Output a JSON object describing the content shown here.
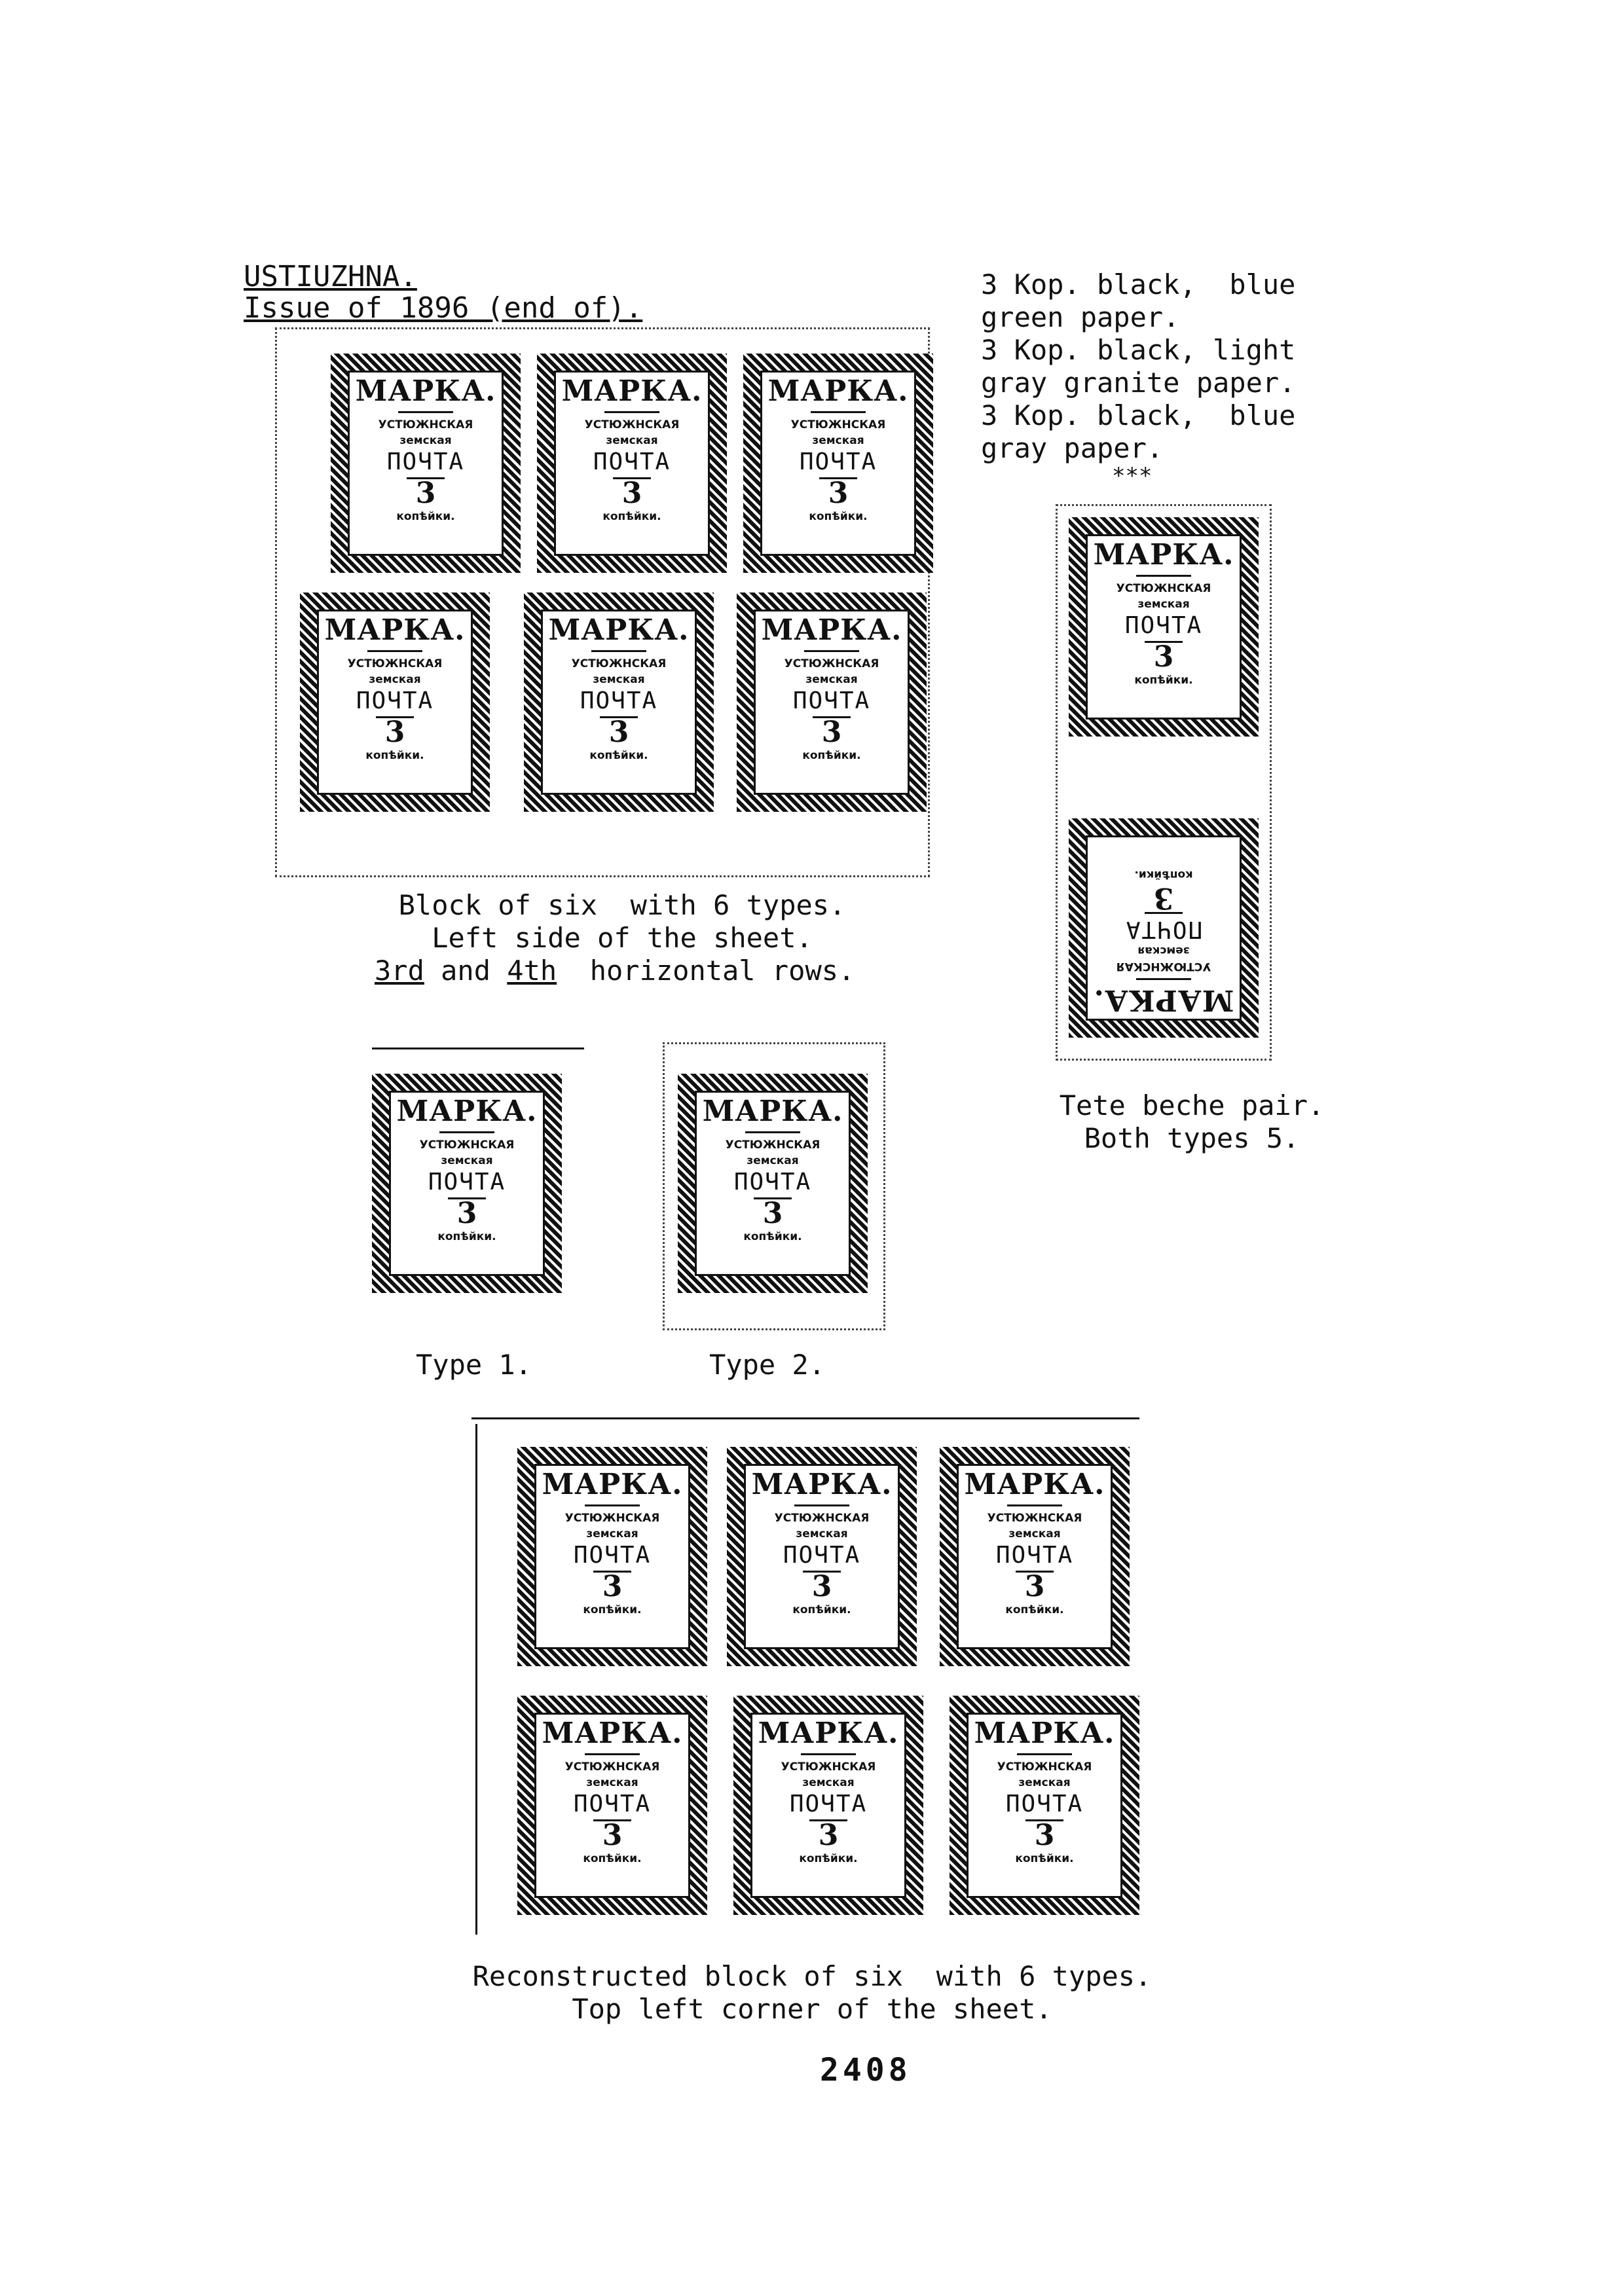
{
  "header": {
    "title": "USTIUZHNA.",
    "issue": "Issue of 1896 (end of)."
  },
  "varieties": [
    "3 Kop. black,  blue",
    "green paper.",
    "3 Kop. black, light",
    "gray granite paper.",
    "3 Kop. black,  blue",
    "gray paper.",
    "***"
  ],
  "stamp": {
    "marka": "МАРКА.",
    "line1": "УСТЮЖНСКАЯ",
    "line2": "земская",
    "pochta": "ПОЧТА",
    "value": "3",
    "kop": "копѣйки."
  },
  "block1": {
    "caption_1": "Block of six  with 6 types.",
    "caption_2": "Left side of the sheet.",
    "caption_3_a": "3rd",
    "caption_3_b": " and ",
    "caption_3_c": "4th",
    "caption_3_d": "  horizontal rows."
  },
  "tete_beche": {
    "caption_1": "Tete beche pair.",
    "caption_2": "Both types 5."
  },
  "types": {
    "type1": "Type 1.",
    "type2": "Type 2."
  },
  "block2": {
    "caption_1": "Reconstructed block of six  with 6 types.",
    "caption_2": "Top left corner of the sheet."
  },
  "page_number": "2408"
}
